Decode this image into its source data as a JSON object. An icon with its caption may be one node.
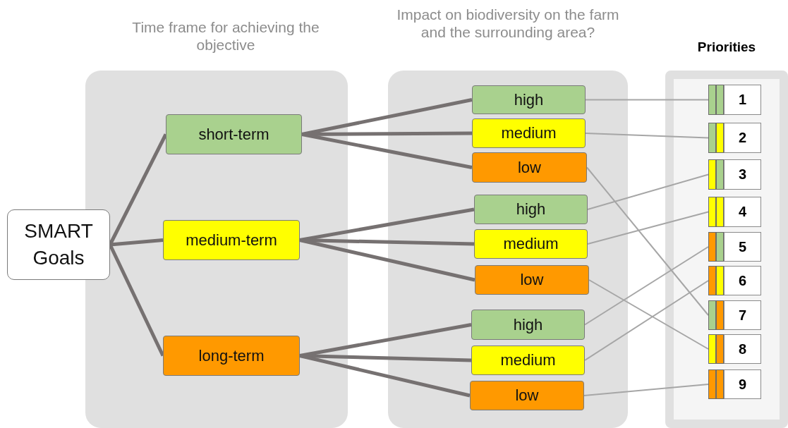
{
  "diagram": {
    "nodes": [
      {
        "text": [
          "Time frame for achieving the objective"
        ]
      },
      {
        "text": [
          "Impact on biodiversity on the farm and the surrounding area?"
        ]
      },
      {
        "text": [
          "Priorities"
        ]
      },
      {
        "text": [
          "SMART Goals"
        ]
      },
      {
        "text": [
          "short-term"
        ],
        "in": 0
      },
      {
        "text": [
          "medium-term"
        ],
        "in": 0
      },
      {
        "text": [
          "long-term"
        ],
        "in": 0
      },
      {
        "text": [
          "high"
        ],
        "in": 1
      },
      {
        "text": [
          "medium"
        ],
        "in": 1
      },
      {
        "text": [
          "low"
        ],
        "in": 1
      },
      {
        "text": [
          "high"
        ],
        "in": 1
      },
      {
        "text": [
          "medium"
        ],
        "in": 1
      },
      {
        "text": [
          "low"
        ],
        "in": 1
      },
      {
        "text": [
          "high"
        ],
        "in": 1
      },
      {
        "text": [
          "medium"
        ],
        "in": 1
      },
      {
        "text": [
          "low"
        ],
        "in": 1
      },
      {
        "text": [
          "1"
        ],
        "in": 2
      },
      {
        "text": [
          "2"
        ],
        "in": 2
      },
      {
        "text": [
          "3"
        ],
        "in": 2
      },
      {
        "text": [
          "4"
        ],
        "in": 2
      },
      {
        "text": [
          "5"
        ],
        "in": 2
      },
      {
        "text": [
          "6"
        ],
        "in": 2
      },
      {
        "text": [
          "7"
        ],
        "in": 2
      },
      {
        "text": [
          "8"
        ],
        "in": 2
      },
      {
        "text": [
          "9"
        ],
        "in": 2
      }
    ],
    "edges": [
      {
        "from": 3,
        "to": 4,
        "arrow": "none"
      },
      {
        "from": 3,
        "to": 5,
        "arrow": "none"
      },
      {
        "from": 3,
        "to": 6,
        "arrow": "none"
      },
      {
        "from": 4,
        "to": 7,
        "arrow": "none"
      },
      {
        "from": 4,
        "to": 8,
        "arrow": "none"
      },
      {
        "from": 4,
        "to": 9,
        "arrow": "none"
      },
      {
        "from": 5,
        "to": 10,
        "arrow": "none"
      },
      {
        "from": 5,
        "to": 11,
        "arrow": "none"
      },
      {
        "from": 5,
        "to": 12,
        "arrow": "none"
      },
      {
        "from": 6,
        "to": 13,
        "arrow": "none"
      },
      {
        "from": 6,
        "to": 14,
        "arrow": "none"
      },
      {
        "from": 6,
        "to": 15,
        "arrow": "none"
      },
      {
        "from": 7,
        "to": 16,
        "arrow": "none",
        "color": "#a6a6a6"
      },
      {
        "from": 8,
        "to": 17,
        "arrow": "none",
        "color": "#a6a6a6"
      },
      {
        "from": 9,
        "to": 22,
        "arrow": "none",
        "color": "#a6a6a6"
      },
      {
        "from": 10,
        "to": 18,
        "arrow": "none",
        "color": "#a6a6a6"
      },
      {
        "from": 11,
        "to": 19,
        "arrow": "none",
        "color": "#a6a6a6"
      },
      {
        "from": 12,
        "to": 23,
        "arrow": "none",
        "color": "#a6a6a6"
      },
      {
        "from": 13,
        "to": 20,
        "arrow": "none",
        "color": "#a6a6a6"
      },
      {
        "from": 14,
        "to": 21,
        "arrow": "none",
        "color": "#a6a6a6"
      },
      {
        "from": 15,
        "to": 24,
        "arrow": "none",
        "color": "#a6a6a6"
      }
    ]
  }
}
